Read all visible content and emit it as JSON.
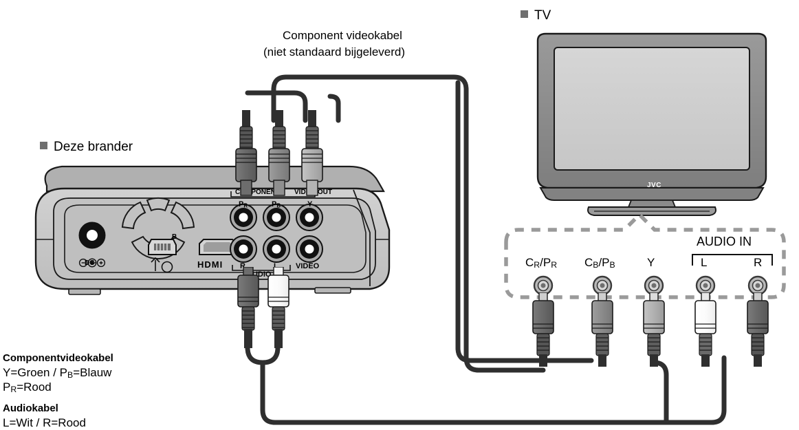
{
  "diagram": {
    "title_tv": "TV",
    "title_device": "Deze brander",
    "cable_caption_line1": "Component videokabel",
    "cable_caption_line2": "(niet standaard bijgeleverd)",
    "bullet_color": "#6f6f6f"
  },
  "legend": {
    "component_heading": "Componentvideokabel",
    "component_line1_a": "Y=Groen / P",
    "component_line1_sub": "B",
    "component_line1_b": "=Blauw",
    "component_line2_a": "P",
    "component_line2_sub": "R",
    "component_line2_b": "=Rood",
    "audio_heading": "Audiokabel",
    "audio_line": "L=Wit / R=Rood"
  },
  "device_panel": {
    "dc_label": "DC",
    "usb_label": "B",
    "hdmi_label": "HDMI",
    "component_bracket_label_1": "COMPONENT",
    "component_bracket_label_2": "VIDEO OUT",
    "jacks_top": [
      "PR",
      "PB",
      "Y"
    ],
    "jacks_top_main": [
      "P",
      "P",
      "Y"
    ],
    "jacks_top_sub": [
      "R",
      "B",
      ""
    ],
    "jacks_bottom": [
      "R",
      "L",
      "VIDEO"
    ],
    "audio_bracket_label": "AUDIO"
  },
  "tv": {
    "brand": "JVC",
    "panel_audio_label": "AUDIO IN",
    "jacks": [
      {
        "main_a": "C",
        "sub_a": "R",
        "mid": "/P",
        "sub_b": "R"
      },
      {
        "main_a": "C",
        "sub_a": "B",
        "mid": "/P",
        "sub_b": "B"
      },
      {
        "main_a": "Y",
        "sub_a": "",
        "mid": "",
        "sub_b": ""
      },
      {
        "main_a": "L",
        "sub_a": "",
        "mid": "",
        "sub_b": ""
      },
      {
        "main_a": "R",
        "sub_a": "",
        "mid": "",
        "sub_b": ""
      }
    ]
  },
  "colors": {
    "cable": "#2f2f2f",
    "plug_dark": "#6d6d6d",
    "plug_mid": "#8f8f8f",
    "plug_light": "#b4b4b4",
    "plug_white": "#ffffff",
    "body_face": "#c8c8c8",
    "body_top": "#b9b9b9",
    "panel": "#bdbdbd",
    "tv_bezel": "#8d8d8d",
    "tv_screen": "#cfcfcf",
    "dashed": "#9a9a9a",
    "outline": "#1a1a1a"
  }
}
